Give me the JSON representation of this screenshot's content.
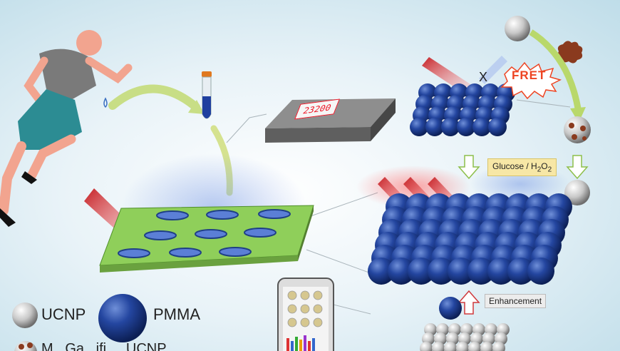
{
  "labels": {
    "device_readout": "23200",
    "fret": "FRET",
    "blocked": "X",
    "glucose": "Glucose / H",
    "glucose_sub": "2",
    "glucose_tail": "O",
    "glucose_sub2": "2",
    "enhancement": "Enhancement",
    "legend_ucnp": "UCNP",
    "legend_pmma": "PMMA",
    "legend_modified": "M...Ga...ifi.. ..UCNP"
  },
  "colors": {
    "pmma_blue": "#1f3f86",
    "ucnp_gray": "#c9c9c9",
    "chip_green": "#8fcf5a",
    "laser_red": "#e0343a",
    "arrow_green": "#b9d86b",
    "skin": "#f2a48f",
    "shirt": "#7a7a7a",
    "shorts": "#2c8c93"
  },
  "icons": [
    "runner",
    "sweat-drop",
    "sample-tube",
    "reader-device",
    "smartphone",
    "microwell-chip",
    "laser-beam",
    "hollow-arrow",
    "fret-burst",
    "enzyme-blob"
  ]
}
